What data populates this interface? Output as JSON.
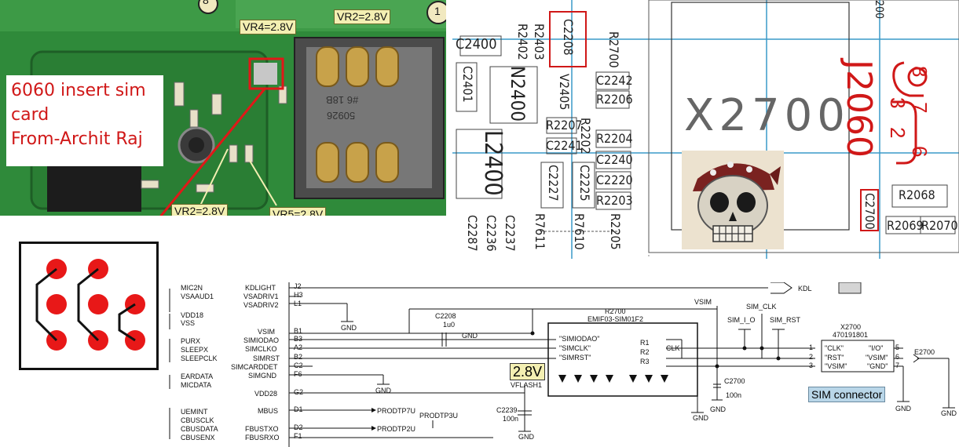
{
  "note": {
    "line1": "6060 insert sim",
    "line2": "card",
    "line3": "From-Archit Raj"
  },
  "pcb_tags": {
    "vr4": "VR4=2.8V",
    "vr2_top": "VR2=2.8V",
    "vr2_bottom": "VR2=2.8V",
    "vr5": "VR5=2.8V",
    "corner": "8",
    "corner2": "1"
  },
  "pcb_chip_text": {
    "l1": "#6 18B",
    "l2": "50926"
  },
  "layout": {
    "big_part": "X2700",
    "connector": "J2060",
    "pins": {
      "p8": "8",
      "p7": "7",
      "p6": "6",
      "p3": "3",
      "p2": "2"
    },
    "components": [
      "C2400",
      "R2402",
      "R2403",
      "C2208",
      "R2700",
      "C2401",
      "N2400",
      "V2405",
      "C2242",
      "R2206",
      "L2400",
      "R2207",
      "R2202",
      "C2241",
      "R2204",
      "C2240",
      "C2227",
      "C2225",
      "C2220",
      "R2203",
      "C2287",
      "C2236",
      "C2237",
      "R7611",
      "R7610",
      "R2205",
      "C2700",
      "R2068",
      "R2069",
      "R2070",
      "200"
    ]
  },
  "schematic": {
    "left_signals": [
      "MIC2N",
      "VSAAUD1",
      "VDD18",
      "VSS",
      "PURX",
      "SLEEPX",
      "SLEEPCLK",
      "EARDATA",
      "MICDATA",
      "UEMINT",
      "CBUSCLK",
      "CBUSDATA",
      "CBUSENX"
    ],
    "nets": [
      {
        "name": "KDLIGHT",
        "pin": "J2"
      },
      {
        "name": "VSADRIV1",
        "pin": "H3"
      },
      {
        "name": "VSADRIV2",
        "pin": "L1"
      },
      {
        "name": "VSIM",
        "pin": "B1"
      },
      {
        "name": "SIMIODAO",
        "pin": "B3"
      },
      {
        "name": "SIMCLKO",
        "pin": "A2"
      },
      {
        "name": "SIMRST",
        "pin": "B2"
      },
      {
        "name": "SIMCARDDET",
        "pin": "C2"
      },
      {
        "name": "SIMGND",
        "pin": "F6"
      },
      {
        "name": "VDD28",
        "pin": "G2"
      },
      {
        "name": "MBUS",
        "pin": "D1"
      },
      {
        "name": "FBUSTXO",
        "pin": "D2"
      },
      {
        "name": "FBUSRXO",
        "pin": "F1"
      }
    ],
    "gnd": "GND",
    "c2208": {
      "ref": "C2208",
      "val": "1u0"
    },
    "r2700": {
      "ref": "R2700",
      "part": "EMIF03-SIM01F2"
    },
    "r2700_pins": {
      "io": "\"SIMIODAO\"",
      "clk": "\"SIMCLK\"",
      "rst": "\"SIMRST\"",
      "r1": "R1",
      "r2": "R2",
      "r3": "R3",
      "clk_out": "CLK"
    },
    "vsim": "VSIM",
    "sim_clk": "SIM_CLK",
    "sim_io": "SIM_I_O",
    "sim_rst": "SIM_RST",
    "kdl": "KDL",
    "vflash": {
      "badge": "2.8V",
      "label": "VFLASH1"
    },
    "c2239": {
      "ref": "C2239",
      "val": "100n"
    },
    "c2700": {
      "ref": "C2700",
      "val": "100n"
    },
    "prodtp7u": "PRODTP7U",
    "prodtp3u": "PRODTP3U",
    "prodtp2u": "PRODTP2U",
    "x2700": {
      "ref": "X2700",
      "part": "470191801",
      "clk": "\"CLK\"",
      "rst": "\"RST\"",
      "vsim": "\"VSIM\"",
      "io": "\"I/O\"",
      "vsim2": "\"VSIM\"",
      "gnd": "\"GND\"",
      "n1": "1",
      "n2": "2",
      "n3": "3",
      "n5": "5",
      "n6": "6",
      "n7": "7"
    },
    "e2700": "E2700",
    "sim_connector": "SIM connector"
  },
  "colors": {
    "pcb": "#2f8a3a",
    "highlight": "#d01818",
    "grid": "#3a9ac8",
    "tag": "#f3efb2",
    "sim_badge": "#b9d6e8"
  }
}
